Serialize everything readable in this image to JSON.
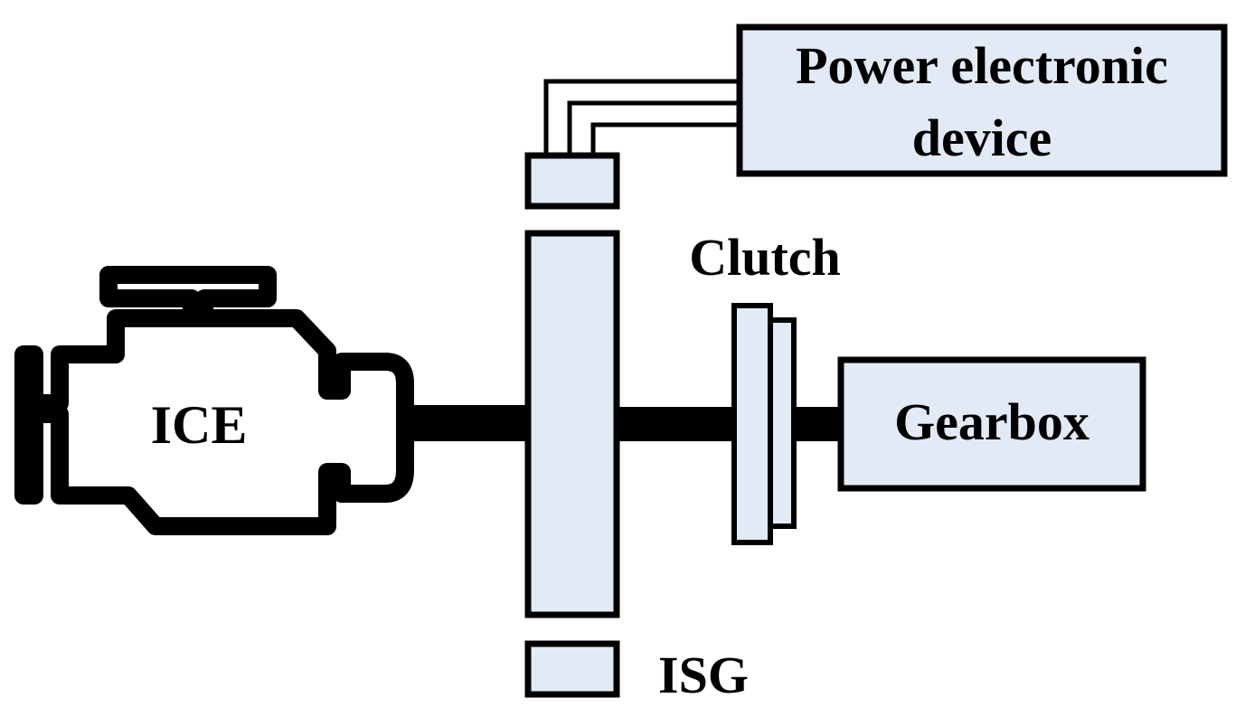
{
  "labels": {
    "power_line1": "Power electronic",
    "power_line2": "device",
    "clutch": "Clutch",
    "ice": "ICE",
    "gearbox": "Gearbox",
    "isg": "ISG"
  },
  "colors": {
    "fill": "#e2eaf5",
    "stroke": "#000000",
    "background": "#ffffff"
  },
  "icons": {
    "engine": "engine-outline-icon"
  }
}
